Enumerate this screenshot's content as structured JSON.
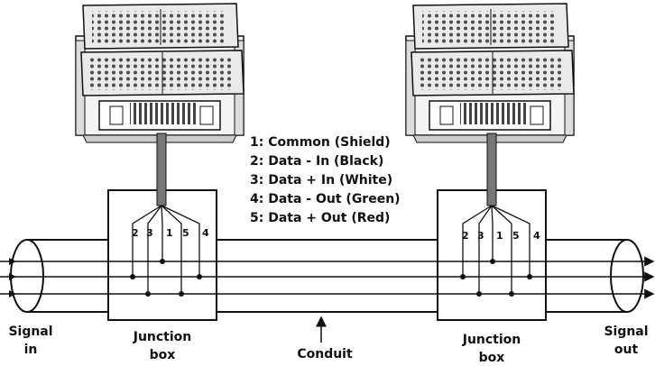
{
  "legend": [
    "1: Common (Shield)",
    "2: Data - In (Black)",
    "3: Data + In (White)",
    "4: Data - Out (Green)",
    "5: Data + Out (Red)"
  ],
  "pins": [
    "2",
    "3",
    "1",
    "5",
    "4"
  ],
  "labels": {
    "signal_in": [
      "Signal",
      "in"
    ],
    "signal_out": [
      "Signal",
      "out"
    ],
    "junction_box": [
      "Junction",
      "box"
    ],
    "conduit": "Conduit"
  },
  "colors": {
    "line": "#111111",
    "cable": "#777777",
    "fixture_face": "#e9e9e9",
    "led": "#333333"
  },
  "icons": [
    "led-fixture-icon",
    "signal-arrow-icon"
  ]
}
